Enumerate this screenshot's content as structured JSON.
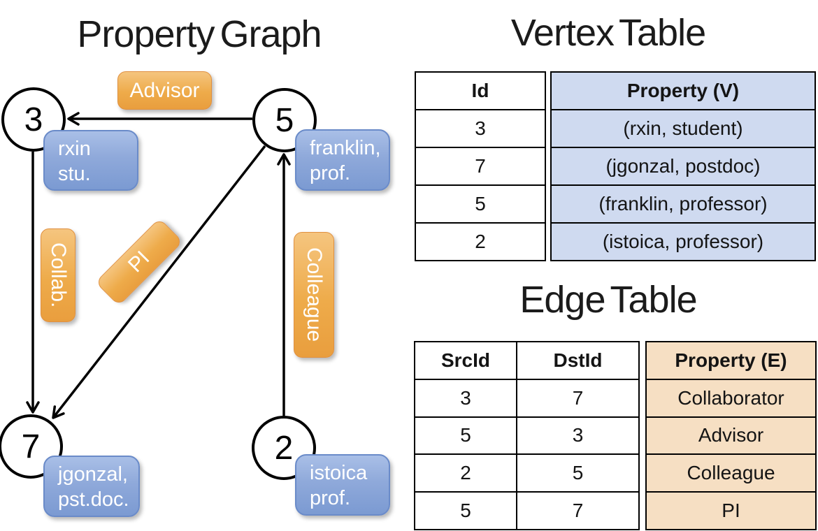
{
  "graph": {
    "title": "Property Graph",
    "nodes": {
      "n3": {
        "id": "3",
        "line1": "rxin",
        "line2": "stu."
      },
      "n5": {
        "id": "5",
        "line1": "franklin,",
        "line2": "prof."
      },
      "n7": {
        "id": "7",
        "line1": "jgonzal,",
        "line2": "pst.doc."
      },
      "n2": {
        "id": "2",
        "line1": "istoica",
        "line2": "prof."
      }
    },
    "edge_labels": {
      "advisor": "Advisor",
      "collab": "Collab.",
      "pi": "PI",
      "colleague": "Colleague"
    }
  },
  "vertex_table": {
    "title": "Vertex Table",
    "headers": {
      "id": "Id",
      "property": "Property (V)"
    },
    "rows": [
      {
        "id": "3",
        "property": "(rxin, student)"
      },
      {
        "id": "7",
        "property": "(jgonzal, postdoc)"
      },
      {
        "id": "5",
        "property": "(franklin, professor)"
      },
      {
        "id": "2",
        "property": "(istoica, professor)"
      }
    ]
  },
  "edge_table": {
    "title": "Edge Table",
    "headers": {
      "src": "SrcId",
      "dst": "DstId",
      "property": "Property (E)"
    },
    "rows": [
      {
        "src": "3",
        "dst": "7",
        "property": "Collaborator"
      },
      {
        "src": "5",
        "dst": "3",
        "property": "Advisor"
      },
      {
        "src": "2",
        "dst": "5",
        "property": "Colleague"
      },
      {
        "src": "5",
        "dst": "7",
        "property": "PI"
      }
    ]
  },
  "colors": {
    "edge_label_fill": "#eda843",
    "vertex_box_fill": "#7b9ad2",
    "vertex_table_property_fill": "#cfdaf0",
    "edge_table_property_fill": "#f6dfc3",
    "line_color": "#000000"
  }
}
